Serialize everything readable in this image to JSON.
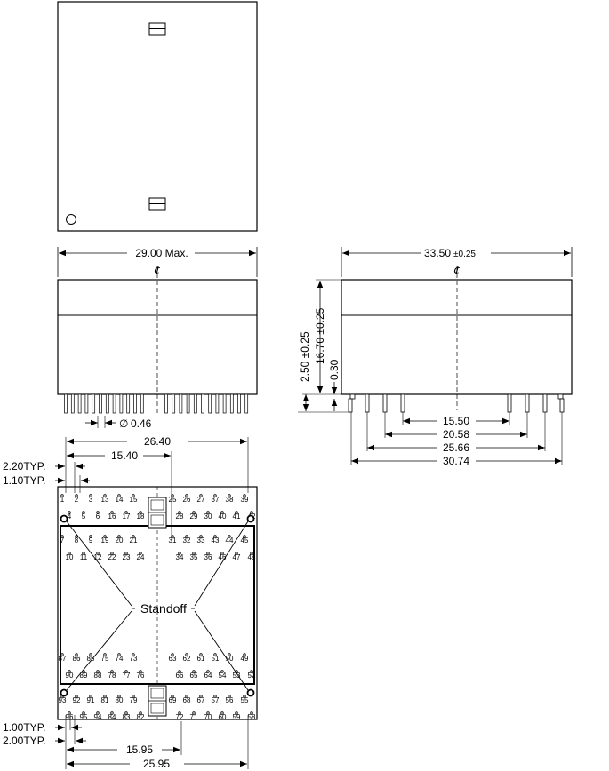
{
  "dimensions": {
    "width_max": "29.00 Max.",
    "depth": "33.50",
    "depth_tol": "±0.25",
    "height": "16.70 ±0.25",
    "pin_len": "2.50 ±0.25",
    "standoff_h": "0.30",
    "pin_dia": "0.46",
    "side_pin_span": [
      "15.50",
      "20.58",
      "25.66",
      "30.74"
    ],
    "bottom_top_span": "26.40",
    "bottom_top_half": "15.40",
    "typ_220": "2.20TYP.",
    "typ_110": "1.10TYP.",
    "typ_100": "1.00TYP.",
    "typ_200": "2.00TYP.",
    "bottom_half": "15.95",
    "bottom_span": "25.95"
  },
  "symbols": {
    "centerline": "℄",
    "diameter": "∅"
  },
  "label_standoff": "Standoff",
  "pins": {
    "row1": [
      "1",
      "2",
      "3",
      "13",
      "14",
      "15",
      "25",
      "26",
      "27",
      "37",
      "38",
      "39"
    ],
    "row2": [
      "4",
      "5",
      "6",
      "16",
      "17",
      "18",
      "28",
      "29",
      "30",
      "40",
      "41",
      "42"
    ],
    "row3": [
      "7",
      "8",
      "9",
      "19",
      "20",
      "21",
      "31",
      "32",
      "33",
      "43",
      "44",
      "45"
    ],
    "row4": [
      "10",
      "11",
      "12",
      "22",
      "23",
      "24",
      "34",
      "35",
      "36",
      "46",
      "47",
      "48"
    ],
    "row5": [
      "87",
      "86",
      "85",
      "75",
      "74",
      "73",
      "63",
      "62",
      "61",
      "51",
      "50",
      "49"
    ],
    "row6": [
      "90",
      "89",
      "88",
      "78",
      "77",
      "76",
      "66",
      "65",
      "64",
      "54",
      "53",
      "52"
    ],
    "row7": [
      "93",
      "92",
      "91",
      "81",
      "80",
      "79",
      "69",
      "68",
      "67",
      "57",
      "56",
      "55"
    ],
    "row8": [
      "96",
      "95",
      "94",
      "84",
      "83",
      "82",
      "72",
      "71",
      "70",
      "60",
      "59",
      "58"
    ]
  }
}
